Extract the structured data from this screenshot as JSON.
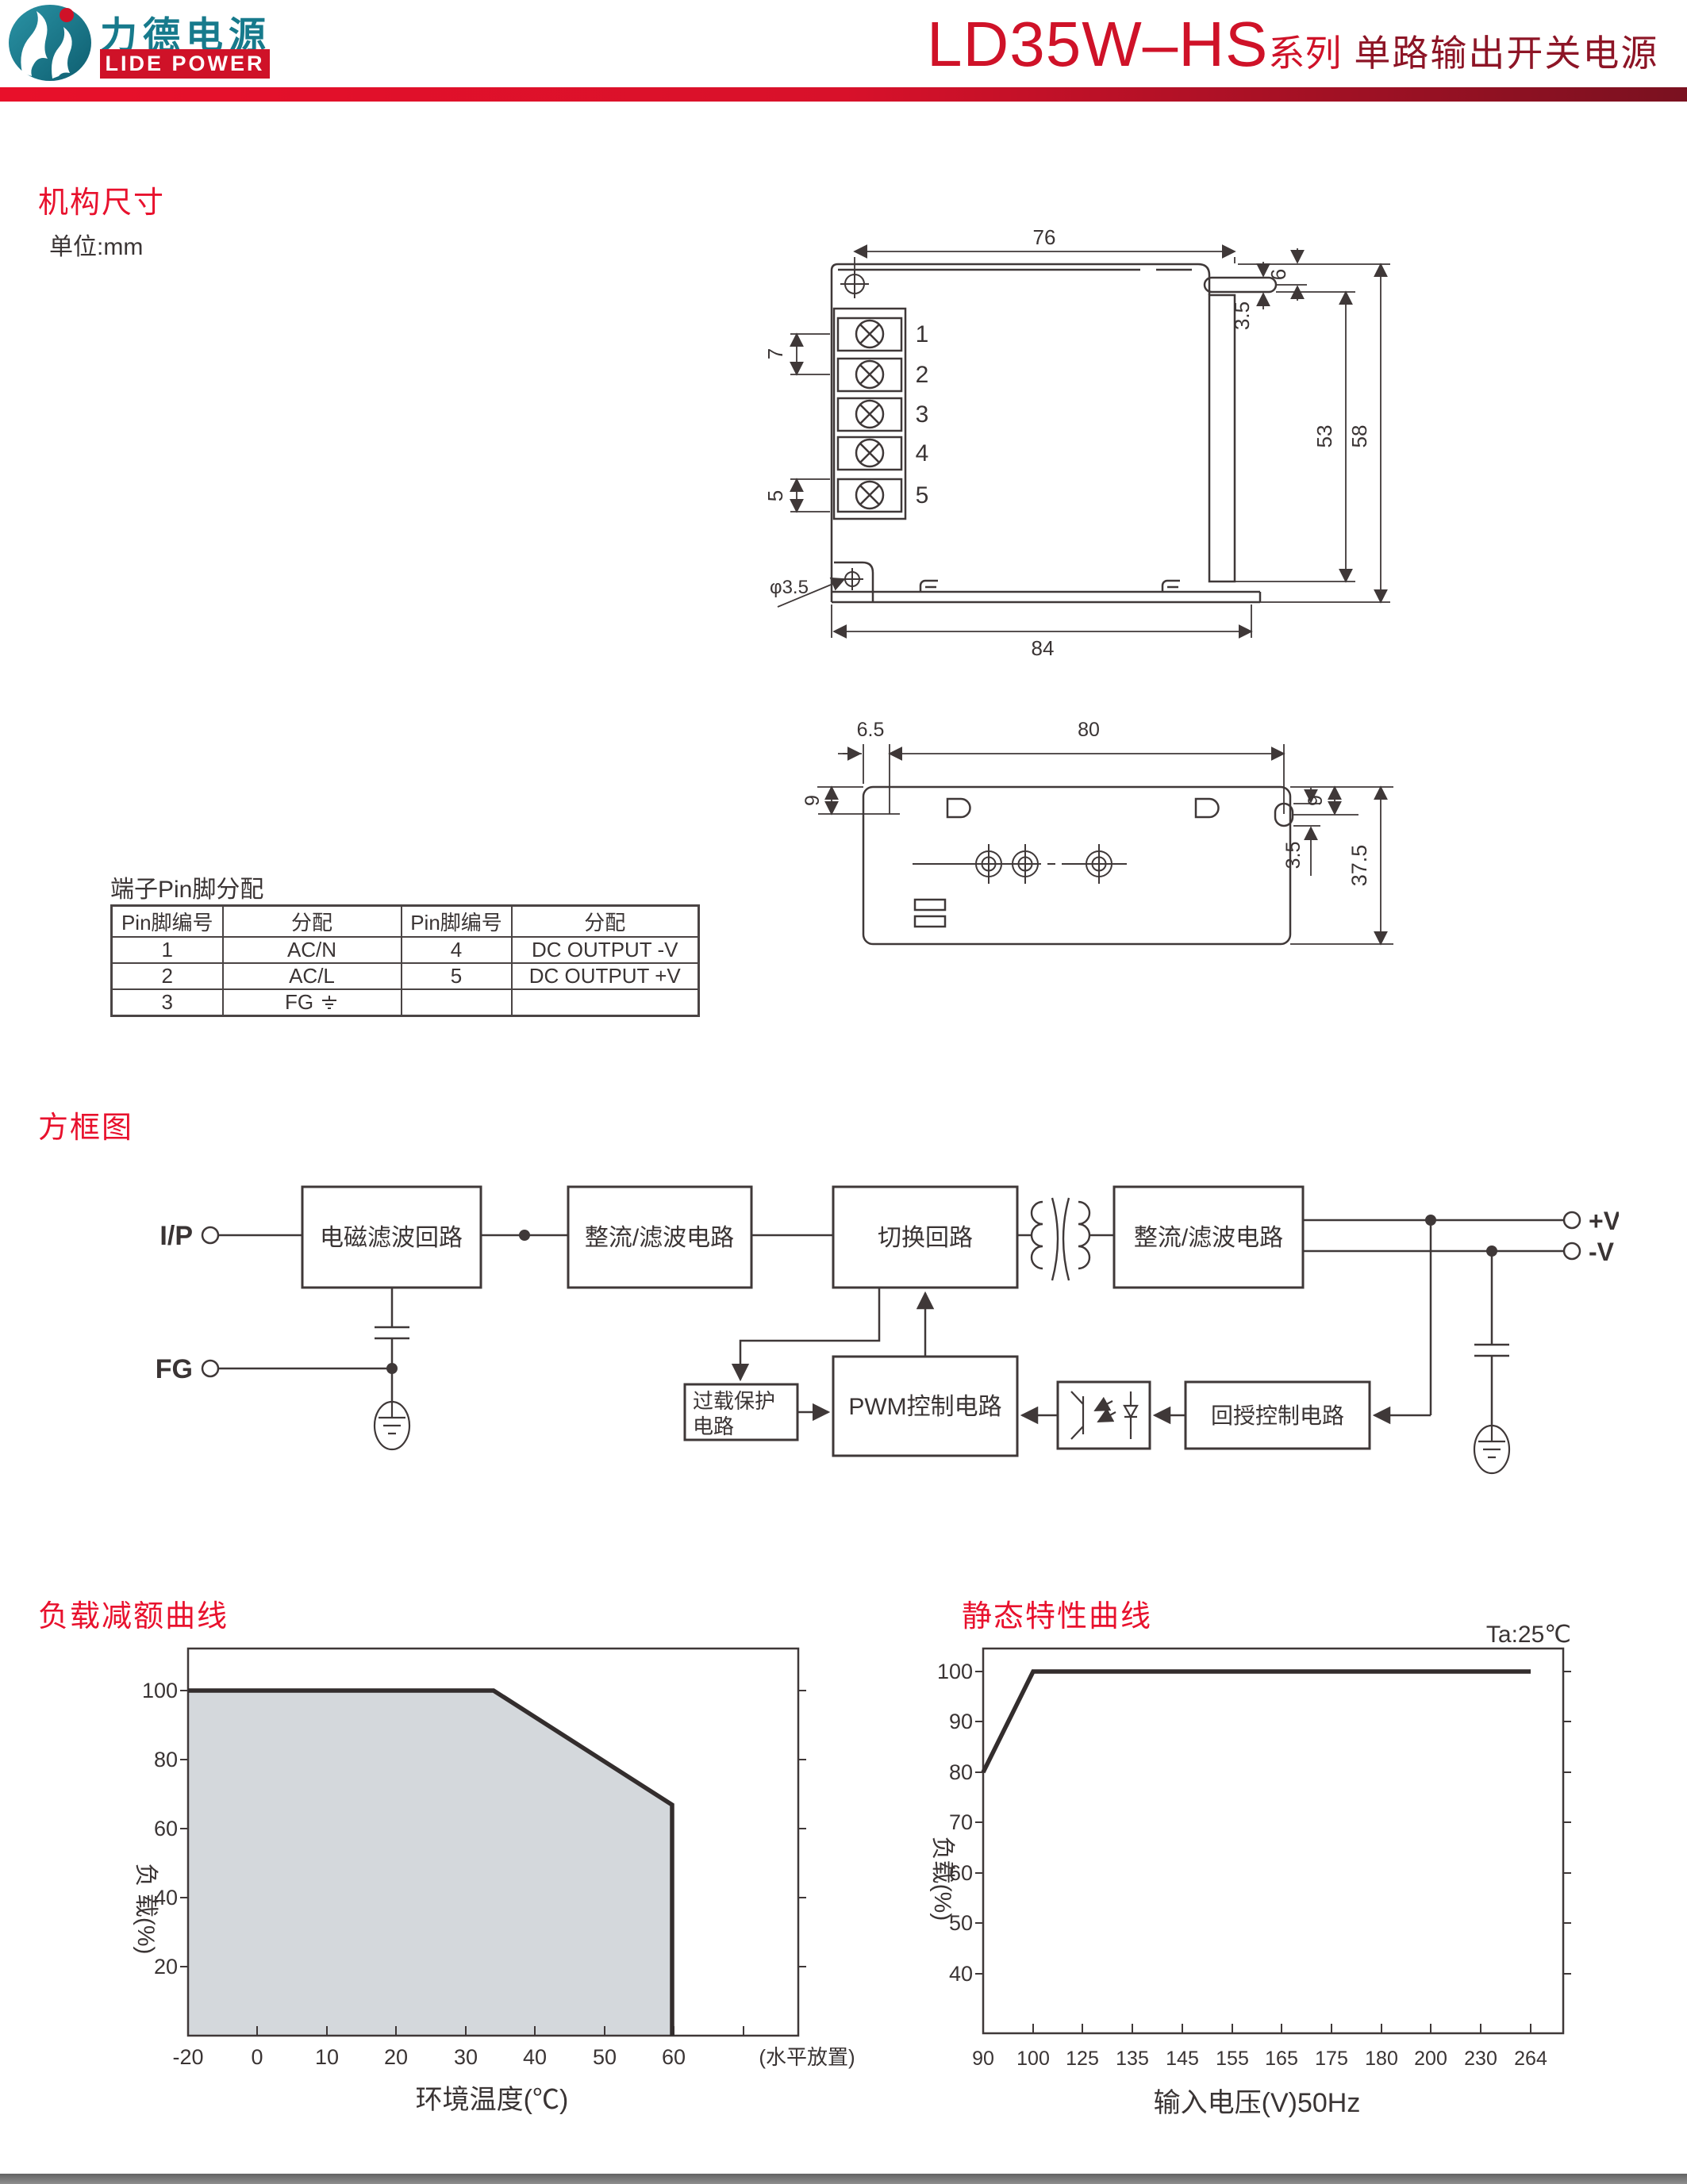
{
  "header": {
    "logo_cn": "力德电源",
    "logo_en": "LIDE POWER",
    "model": "LD35W–HS",
    "series_suffix": "系列",
    "subtitle": "单路输出开关电源"
  },
  "sections": {
    "mechanical": "机构尺寸",
    "unit": "单位:mm",
    "pin_title": "端子Pin脚分配",
    "block": "方框图"
  },
  "front_view": {
    "dims": {
      "top_width": "76",
      "slot_offset": "6",
      "slot_height": "3.5",
      "inner_height": "53",
      "outer_height": "58",
      "pitch": "7",
      "term5": "5",
      "hole": "φ3.5",
      "bottom_width": "84"
    },
    "terminals": [
      "1",
      "2",
      "3",
      "4",
      "5"
    ]
  },
  "bottom_view": {
    "dims": {
      "left_offset": "6.5",
      "hole_span": "80",
      "edge_left": "9",
      "edge_right": "9",
      "slot_height": "3.5",
      "body_height": "37.5"
    }
  },
  "pin_table": {
    "headers": [
      "Pin脚编号",
      "分配",
      "Pin脚编号",
      "分配"
    ],
    "rows": [
      [
        "1",
        "AC/N",
        "4",
        "DC OUTPUT -V"
      ],
      [
        "2",
        "AC/L",
        "5",
        "DC OUTPUT +V"
      ],
      [
        "3",
        "FG",
        "",
        ""
      ]
    ]
  },
  "block_diagram": {
    "input_label": "I/P",
    "fg_label": "FG",
    "boxes": {
      "emi": "电磁滤波回路",
      "rectifier1": "整流/滤波电路",
      "switching": "切换回路",
      "rectifier2": "整流/滤波电路",
      "overload_line1": "过载保护",
      "overload_line2": "电路",
      "pwm": "PWM控制电路",
      "feedback": "回授控制电路"
    },
    "outputs": {
      "positive": "+V",
      "negative": "-V"
    }
  },
  "chart_data": [
    {
      "type": "area",
      "title": "负载减额曲线",
      "xlabel": "环境温度(℃)",
      "ylabel": "负 载(%)",
      "note": "(水平放置)",
      "x_ticks": [
        "-20",
        "0",
        "10",
        "20",
        "30",
        "40",
        "50",
        "60"
      ],
      "y_ticks": [
        "100",
        "80",
        "60",
        "40",
        "20"
      ],
      "ylim": [
        0,
        112
      ],
      "grid": false,
      "fill_color": "#d4d8dc",
      "series": [
        {
          "name": "load-derating",
          "points": [
            [
              -20,
              100
            ],
            [
              35,
              100
            ],
            [
              60,
              67
            ],
            [
              60,
              0
            ]
          ]
        }
      ]
    },
    {
      "type": "line",
      "title": "静态特性曲线",
      "annotation": "Ta:25℃",
      "xlabel": "输入电压(V)50Hz",
      "ylabel": "负载(%)",
      "x_ticks": [
        "90",
        "100",
        "125",
        "135",
        "145",
        "155",
        "165",
        "175",
        "180",
        "200",
        "230",
        "264"
      ],
      "y_ticks": [
        "100",
        "90",
        "80",
        "70",
        "60",
        "50",
        "40"
      ],
      "ylim": [
        30,
        105
      ],
      "grid": false,
      "series": [
        {
          "name": "static-characteristic",
          "points": [
            [
              90,
              80
            ],
            [
              100,
              100
            ],
            [
              264,
              100
            ]
          ]
        }
      ]
    }
  ]
}
